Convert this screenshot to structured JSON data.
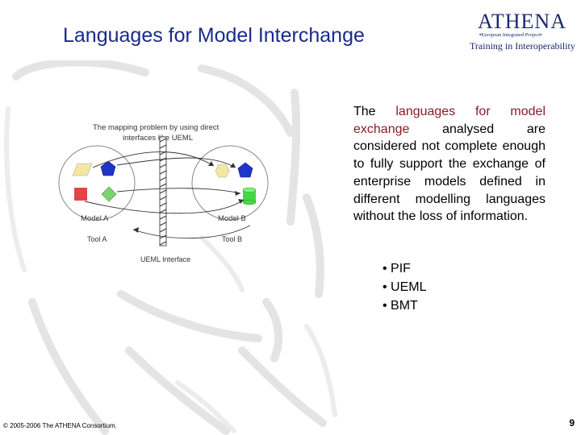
{
  "title": "Languages for Model Interchange",
  "logo": {
    "brand": "ATHENA",
    "subtitle": "▪European Integrated Project▪",
    "tagline": "Training in Interoperability"
  },
  "diagram": {
    "caption_line1": "The mapping problem by using direct",
    "caption_line2": "interfaces like UEML",
    "model_a": "Model A",
    "model_b": "Model B",
    "tool_a": "Tool A",
    "tool_b": "Tool B",
    "interface_label": "UEML Interface"
  },
  "paragraph": {
    "intro": "The ",
    "highlight": "languages for model exchange",
    "rest": " analysed are considered not complete enough to fully support the exchange of enterprise models defined in different modelling languages without the loss of information."
  },
  "bullets": [
    "• PIF",
    "• UEML",
    "• BMT"
  ],
  "footer": "© 2005-2006 The ATHENA Consortium.",
  "page_number": "9",
  "colors": {
    "title": "#1a2a8c",
    "highlight": "#8b1a2a",
    "logo": "#1a2a6c"
  }
}
